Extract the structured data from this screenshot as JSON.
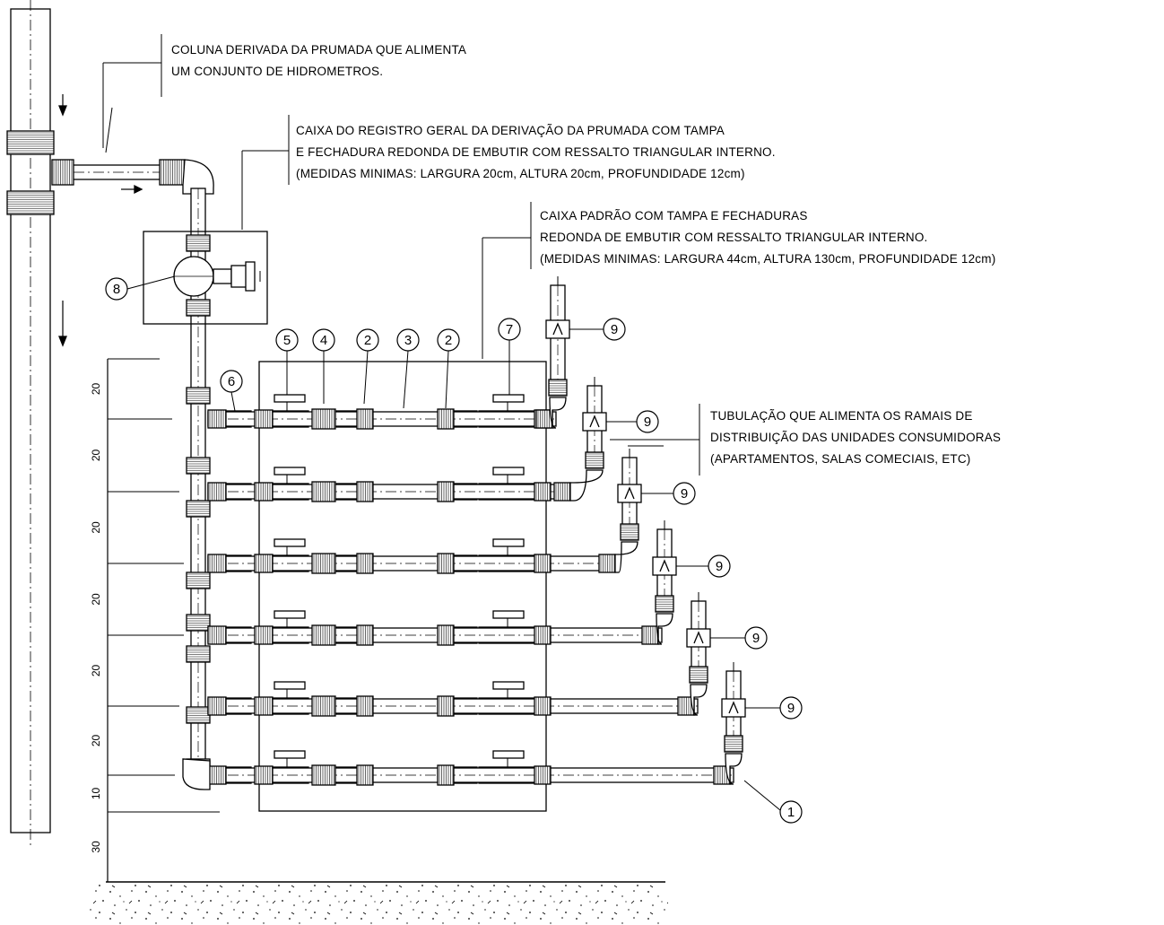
{
  "notes": {
    "derived_column": [
      "COLUNA DERIVADA DA PRUMADA QUE ALIMENTA",
      "UM CONJUNTO DE HIDROMETROS."
    ],
    "general_register_box": [
      "CAIXA DO REGISTRO GERAL DA DERIVAÇÃO DA PRUMADA COM TAMPA",
      "E FECHADURA REDONDA DE EMBUTIR COM RESSALTO TRIANGULAR INTERNO.",
      "(MEDIDAS MINIMAS: LARGURA 20cm, ALTURA 20cm, PROFUNDIDADE 12cm)"
    ],
    "standard_box": [
      "CAIXA PADRÃO COM TAMPA E FECHADURAS",
      "REDONDA DE EMBUTIR COM RESSALTO TRIANGULAR INTERNO.",
      "(MEDIDAS MINIMAS: LARGURA 44cm, ALTURA 130cm, PROFUNDIDADE 12cm)"
    ],
    "branch_tubing": [
      "TUBULAÇÃO QUE ALIMENTA OS RAMAIS DE",
      "DISTRIBUIÇÃO DAS UNIDADES CONSUMIDORAS",
      "(APARTAMENTOS, SALAS COMECIAIS, ETC)"
    ]
  },
  "callouts": {
    "top_row": [
      "5",
      "4",
      "2",
      "3",
      "2",
      "7"
    ],
    "nipple": "6",
    "general_register": "8",
    "meters": [
      "9",
      "9",
      "9",
      "9",
      "9",
      "9"
    ],
    "elbow": "1"
  },
  "dimensions": [
    "20",
    "20",
    "20",
    "20",
    "20",
    "20",
    "10",
    "30"
  ]
}
